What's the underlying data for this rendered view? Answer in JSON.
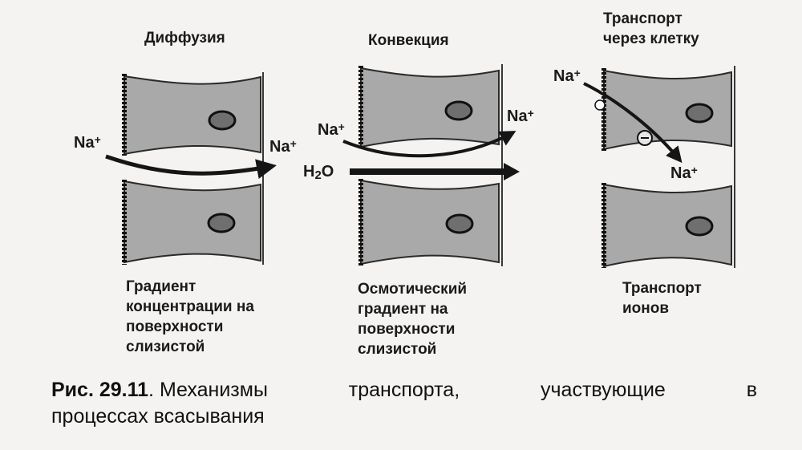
{
  "panels": {
    "diffusion": {
      "title": "Диффузия",
      "ion_in": "Na",
      "ion_out": "Na",
      "charge": "+",
      "desc": [
        "Градиент",
        "концентрации на",
        "поверхности",
        "слизистой"
      ]
    },
    "convection": {
      "title": "Конвекция",
      "ion_in": "Na",
      "ion_out": "Na",
      "charge": "+",
      "water": "H",
      "water_sub": "2",
      "water_tail": "O",
      "desc": [
        "Осмотический",
        "градиент на",
        "поверхности",
        "слизистой"
      ]
    },
    "cell_transport": {
      "title_lines": [
        "Транспорт",
        "через клетку"
      ],
      "ion_in": "Na",
      "ion_out": "Na",
      "charge": "+",
      "desc": [
        "Транспорт",
        "ионов"
      ]
    }
  },
  "caption": {
    "label": "Рис. 29.11",
    "line1_words": [
      "Механизмы",
      "транспорта,",
      "участвующие",
      "в"
    ],
    "line2": "процессах всасывания"
  },
  "colors": {
    "cell_fill": "#a9a9a9",
    "nucleus_fill": "#6f6f6f",
    "ink": "#151515",
    "background": "#f4f3f1"
  }
}
